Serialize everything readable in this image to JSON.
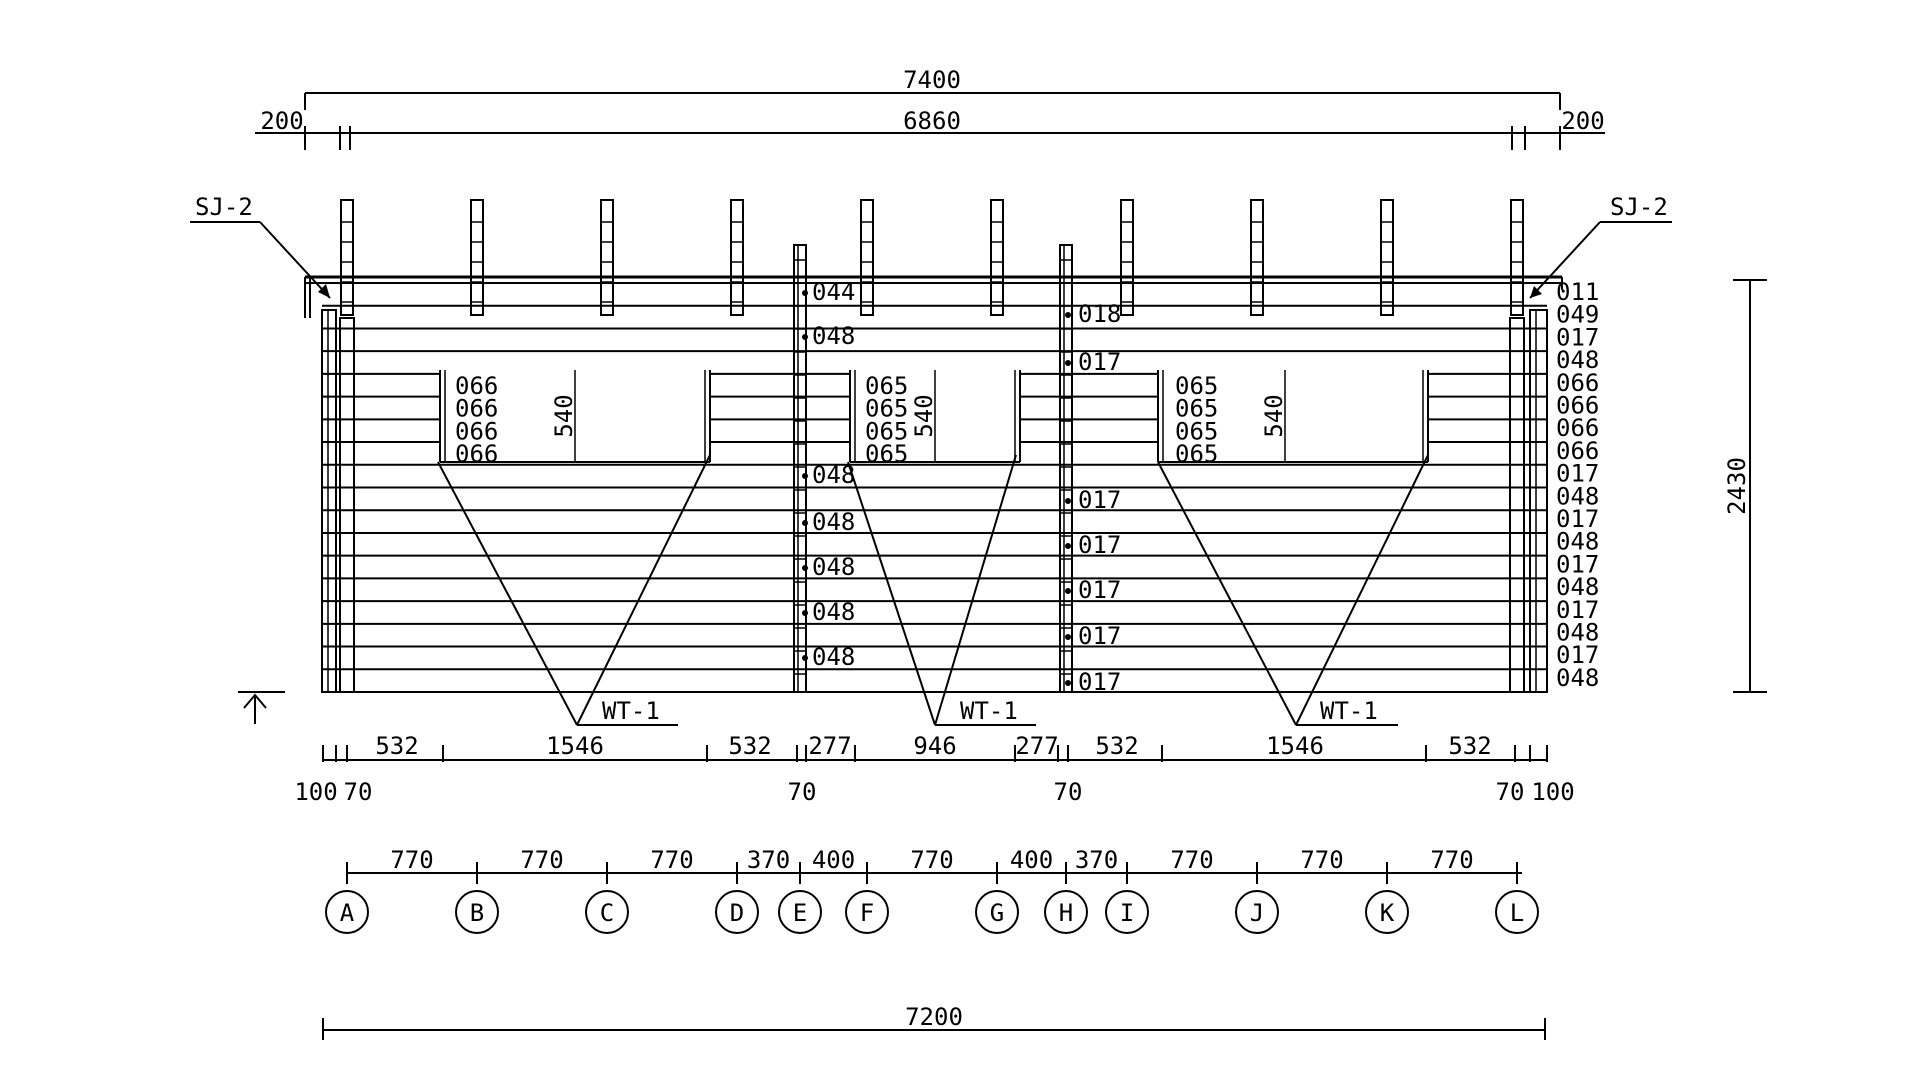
{
  "top_dims": {
    "overall": "7400",
    "inner": "6860",
    "left": "200",
    "right": "200"
  },
  "callouts": {
    "left": "SJ-2",
    "right": "SJ-2"
  },
  "height_dim": "2430",
  "right_labels": [
    "011",
    "049",
    "017",
    "048",
    "066",
    "066",
    "066",
    "066",
    "017",
    "048",
    "017",
    "048",
    "017",
    "048",
    "017",
    "048",
    "017",
    "048"
  ],
  "post_e_labels": [
    "044",
    "048",
    "048",
    "048",
    "048",
    "048",
    "048"
  ],
  "post_h_labels": [
    "018",
    "017",
    "017",
    "017",
    "017",
    "017",
    "017"
  ],
  "window1_labels": [
    "066",
    "066",
    "066",
    "066"
  ],
  "window2_labels": [
    "065",
    "065",
    "065",
    "065"
  ],
  "window3_labels": [
    "065",
    "065",
    "065",
    "065"
  ],
  "window_height": "540",
  "wall_tag": "WT-1",
  "bottom_dims_row1": [
    "532",
    "1546",
    "532",
    "277",
    "946",
    "277",
    "532",
    "1546",
    "532"
  ],
  "bottom_dims_row2": [
    "100",
    "70",
    "70",
    "70",
    "70",
    "100"
  ],
  "grid_dims": [
    "770",
    "770",
    "770",
    "370",
    "400",
    "770",
    "400",
    "370",
    "770",
    "770",
    "770"
  ],
  "grid_labels": [
    "A",
    "B",
    "C",
    "D",
    "E",
    "F",
    "G",
    "H",
    "I",
    "J",
    "K",
    "L"
  ],
  "base_dim": "7200"
}
